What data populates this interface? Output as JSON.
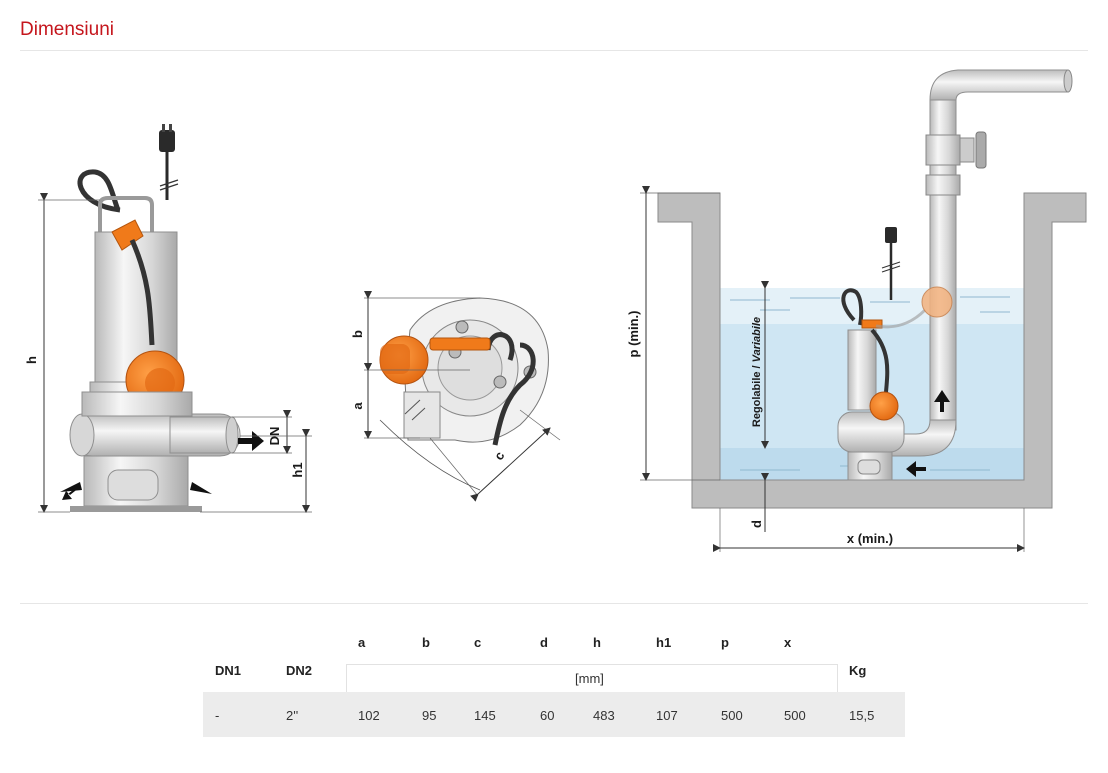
{
  "section": {
    "title": "Dimensiuni"
  },
  "drawing_labels": {
    "h": "h",
    "h1": "h1",
    "dn": "DN",
    "a": "a",
    "b": "b",
    "c": "c",
    "p": "p  (min.)",
    "d": "d",
    "x": "x (min.)",
    "regolabile": "Regolabile / ",
    "variabile": "Variabile"
  },
  "colors": {
    "title": "#c5161d",
    "pump_orange": "#f07a1a",
    "water": "#cfe6f3"
  },
  "table": {
    "top_headers": [
      "a",
      "b",
      "c",
      "d",
      "h",
      "h1",
      "p",
      "x"
    ],
    "left_headers": [
      "DN1",
      "DN2"
    ],
    "unit": "[mm]",
    "kg_header": "Kg",
    "row": [
      "-",
      "2''",
      "102",
      "95",
      "145",
      "60",
      "483",
      "107",
      "500",
      "500",
      "15,5"
    ]
  }
}
